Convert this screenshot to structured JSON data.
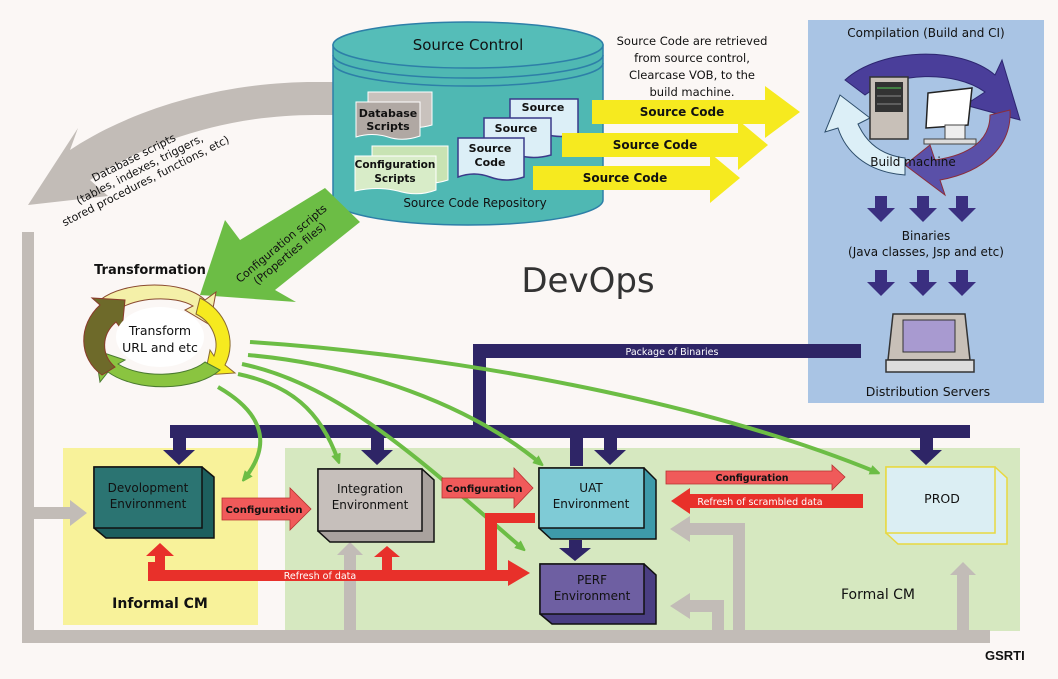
{
  "title": "DevOps",
  "watermark": "GSRTI",
  "colors": {
    "background": "#fbf7f5",
    "source_control": "#4fb8b3",
    "build_panel": "#a9c4e4",
    "informal_zone": "#f8f29a",
    "formal_zone": "#d6e8c0",
    "package_flow": "#2e2566",
    "config_arrow": "#f05a5a",
    "refresh_arrow": "#e8302a",
    "transform_flow": "#6cbd45",
    "source_arrow": "#f6ea1f",
    "db_flow": "#c2bcb7"
  },
  "source_control": {
    "title": "Source Control",
    "repository_label": "Source Code Repository",
    "documents": {
      "database": [
        "Database",
        "Scripts"
      ],
      "configuration": [
        "Configuration",
        "Scripts"
      ],
      "source_1": "Source",
      "source_2": "Source",
      "source_code": [
        "Source",
        "Code"
      ]
    }
  },
  "retrieval_note": [
    "Source Code are retrieved",
    "from source control,",
    "Clearcase VOB, to the",
    "build machine."
  ],
  "source_arrows": [
    "Source Code",
    "Source Code",
    "Source Code"
  ],
  "build": {
    "title": "Compilation (Build and CI)",
    "machine_label": "Build machine",
    "binaries_label": [
      "Binaries",
      "(Java classes, Jsp and etc)"
    ],
    "distribution_label": "Distribution Servers"
  },
  "db_scripts_arrow": [
    "Database scripts",
    "(tables, indexes, triggers,",
    "stored procedures, functions, etc)"
  ],
  "config_scripts_arrow": [
    "Configuration scripts",
    "(Properties files)"
  ],
  "transformation": {
    "title": "Transformation",
    "cycle_label": [
      "Transform",
      "URL and etc"
    ]
  },
  "package_label": "Package of Binaries",
  "zones": {
    "informal": "Informal CM",
    "formal": "Formal CM"
  },
  "environments": {
    "dev": [
      "Devolopment",
      "Environment"
    ],
    "integration": [
      "Integration",
      "Environment"
    ],
    "uat": [
      "UAT",
      "Environment"
    ],
    "perf": [
      "PERF",
      "Environment"
    ],
    "prod": "PROD"
  },
  "flows": {
    "config_dev_int": "Configuration",
    "config_int_uat": "Configuration",
    "config_uat_prod": "Configuration",
    "refresh_scrambled": "Refresh of scrambled data",
    "refresh_data": "Refresh of data"
  }
}
